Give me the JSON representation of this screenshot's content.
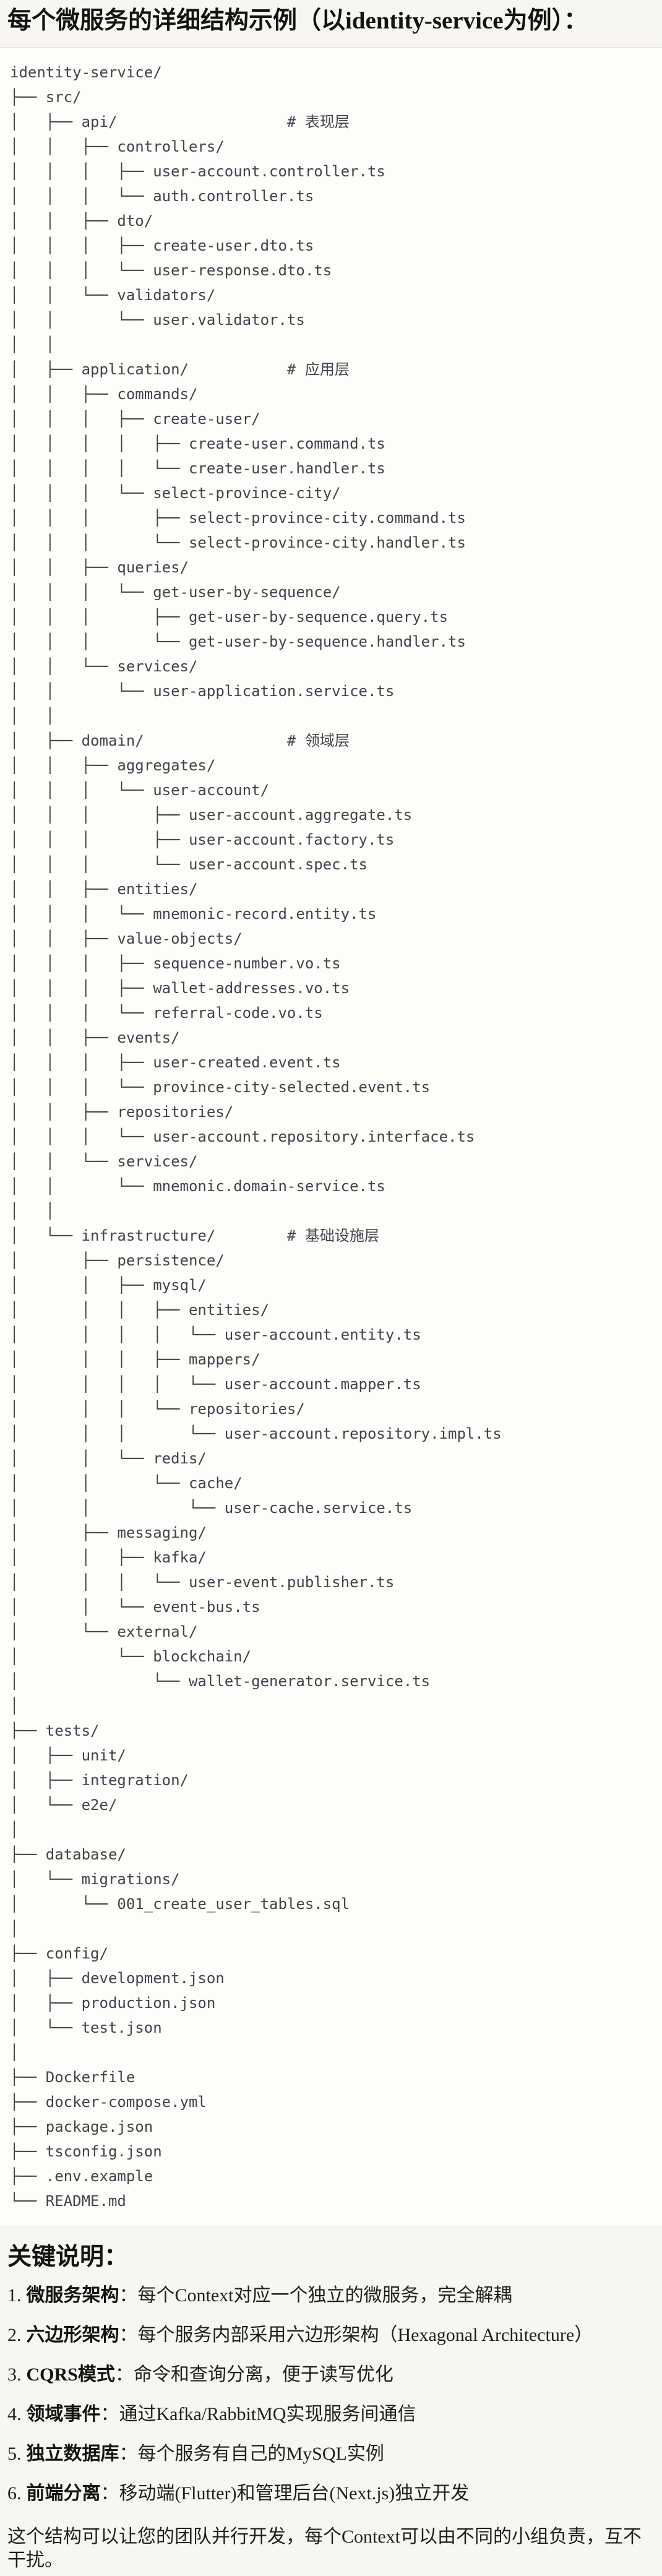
{
  "page": {
    "title": "每个微服务的详细结构示例（以identity-service为例）：",
    "notes_title": "关键说明：",
    "closing": "这个结构可以让您的团队并行开发，每个Context可以由不同的小组负责，互不干扰。"
  },
  "colors": {
    "page_bg": "#f7f6f1",
    "code_bg": "#fdfdfa",
    "code_border": "#e6e4db",
    "tree_text": "#3e444b",
    "body_text": "#201e1a"
  },
  "code_block": {
    "layer_comments": [
      "# 表现层",
      "# 应用层",
      "# 领域层",
      "# 基础设施层"
    ],
    "tree_lines": [
      "identity-service/",
      "├── src/",
      "│   ├── api/                   # 表现层",
      "│   │   ├── controllers/",
      "│   │   │   ├── user-account.controller.ts",
      "│   │   │   └── auth.controller.ts",
      "│   │   ├── dto/",
      "│   │   │   ├── create-user.dto.ts",
      "│   │   │   └── user-response.dto.ts",
      "│   │   └── validators/",
      "│   │       └── user.validator.ts",
      "│   │",
      "│   ├── application/           # 应用层",
      "│   │   ├── commands/",
      "│   │   │   ├── create-user/",
      "│   │   │   │   ├── create-user.command.ts",
      "│   │   │   │   └── create-user.handler.ts",
      "│   │   │   └── select-province-city/",
      "│   │   │       ├── select-province-city.command.ts",
      "│   │   │       └── select-province-city.handler.ts",
      "│   │   ├── queries/",
      "│   │   │   └── get-user-by-sequence/",
      "│   │   │       ├── get-user-by-sequence.query.ts",
      "│   │   │       └── get-user-by-sequence.handler.ts",
      "│   │   └── services/",
      "│   │       └── user-application.service.ts",
      "│   │",
      "│   ├── domain/                # 领域层",
      "│   │   ├── aggregates/",
      "│   │   │   └── user-account/",
      "│   │   │       ├── user-account.aggregate.ts",
      "│   │   │       ├── user-account.factory.ts",
      "│   │   │       └── user-account.spec.ts",
      "│   │   ├── entities/",
      "│   │   │   └── mnemonic-record.entity.ts",
      "│   │   ├── value-objects/",
      "│   │   │   ├── sequence-number.vo.ts",
      "│   │   │   ├── wallet-addresses.vo.ts",
      "│   │   │   └── referral-code.vo.ts",
      "│   │   ├── events/",
      "│   │   │   ├── user-created.event.ts",
      "│   │   │   └── province-city-selected.event.ts",
      "│   │   ├── repositories/",
      "│   │   │   └── user-account.repository.interface.ts",
      "│   │   └── services/",
      "│   │       └── mnemonic.domain-service.ts",
      "│   │",
      "│   └── infrastructure/        # 基础设施层",
      "│       ├── persistence/",
      "│       │   ├── mysql/",
      "│       │   │   ├── entities/",
      "│       │   │   │   └── user-account.entity.ts",
      "│       │   │   ├── mappers/",
      "│       │   │   │   └── user-account.mapper.ts",
      "│       │   │   └── repositories/",
      "│       │   │       └── user-account.repository.impl.ts",
      "│       │   └── redis/",
      "│       │       └── cache/",
      "│       │           └── user-cache.service.ts",
      "│       ├── messaging/",
      "│       │   ├── kafka/",
      "│       │   │   └── user-event.publisher.ts",
      "│       │   └── event-bus.ts",
      "│       └── external/",
      "│           └── blockchain/",
      "│               └── wallet-generator.service.ts",
      "│",
      "├── tests/",
      "│   ├── unit/",
      "│   ├── integration/",
      "│   └── e2e/",
      "│",
      "├── database/",
      "│   └── migrations/",
      "│       └── 001_create_user_tables.sql",
      "│",
      "├── config/",
      "│   ├── development.json",
      "│   ├── production.json",
      "│   └── test.json",
      "│",
      "├── Dockerfile",
      "├── docker-compose.yml",
      "├── package.json",
      "├── tsconfig.json",
      "├── .env.example",
      "└── README.md"
    ]
  },
  "notes": [
    {
      "num": "1.",
      "label": "微服务架构",
      "sep": "：",
      "text": "每个Context对应一个独立的微服务，完全解耦"
    },
    {
      "num": "2.",
      "label": "六边形架构",
      "sep": "：",
      "text": "每个服务内部采用六边形架构（Hexagonal Architecture）"
    },
    {
      "num": "3.",
      "label": "CQRS模式",
      "sep": "：",
      "text": "命令和查询分离，便于读写优化"
    },
    {
      "num": "4.",
      "label": "领域事件",
      "sep": "：",
      "text": "通过Kafka/RabbitMQ实现服务间通信"
    },
    {
      "num": "5.",
      "label": "独立数据库",
      "sep": "：",
      "text": "每个服务有自己的MySQL实例"
    },
    {
      "num": "6.",
      "label": "前端分离",
      "sep": "：",
      "text": "移动端(Flutter)和管理后台(Next.js)独立开发"
    }
  ]
}
